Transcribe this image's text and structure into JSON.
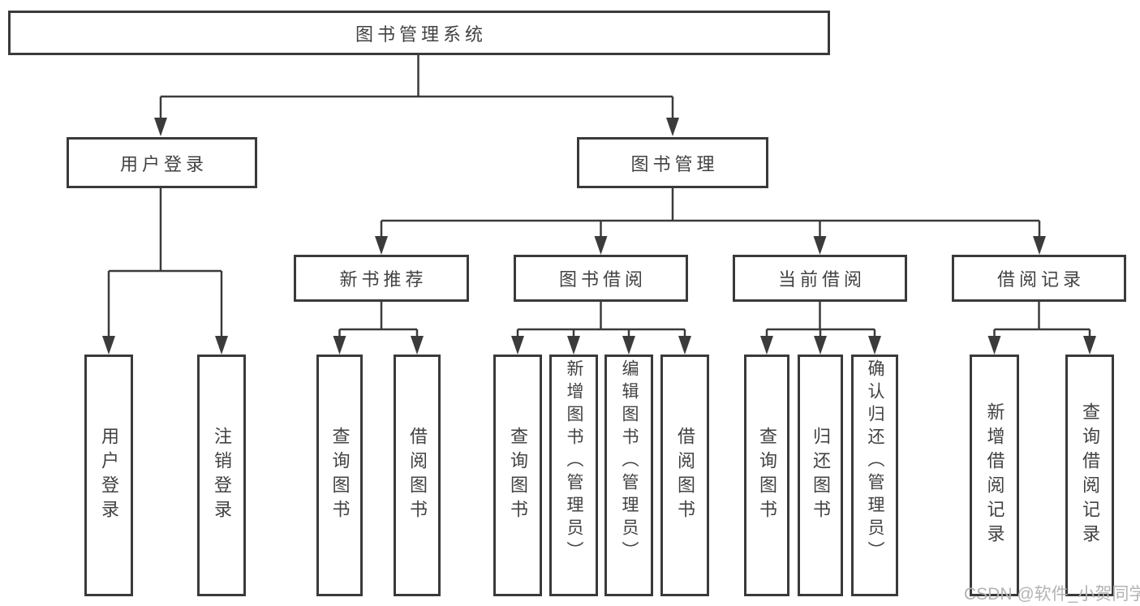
{
  "diagram": {
    "title": "图书管理系统",
    "colors": {
      "line": "#3b3b3b",
      "box_border": "#3a3a3a",
      "text": "#424242",
      "background": "#ffffff",
      "watermark": "#b3b3b3"
    },
    "nodes": {
      "root": {
        "label": "图书管理系统"
      },
      "login": {
        "label": "用户登录"
      },
      "book_mgmt": {
        "label": "图书管理"
      },
      "new_rec": {
        "label": "新书推荐"
      },
      "borrow": {
        "label": "图书借阅"
      },
      "current": {
        "label": "当前借阅"
      },
      "record": {
        "label": "借阅记录"
      },
      "leaf_login": {
        "label": "用户登录"
      },
      "leaf_logout": {
        "label": "注销登录"
      },
      "leaf_rec_query": {
        "label": "查询图书"
      },
      "leaf_rec_borrow": {
        "label": "借阅图书"
      },
      "leaf_bor_query": {
        "label": "查询图书"
      },
      "leaf_bor_add": {
        "label": "新增图书（管理员）"
      },
      "leaf_bor_edit": {
        "label": "编辑图书（管理员）"
      },
      "leaf_bor_borrow": {
        "label": "借阅图书"
      },
      "leaf_cur_query": {
        "label": "查询图书"
      },
      "leaf_cur_return": {
        "label": "归还图书"
      },
      "leaf_cur_confirm": {
        "label": "确认归还（管理员）"
      },
      "leaf_recd_add": {
        "label": "新增借阅记录"
      },
      "leaf_recd_query": {
        "label": "查询借阅记录"
      }
    },
    "hierarchy": {
      "图书管理系统": [
        "用户登录",
        "图书管理"
      ],
      "用户登录": [
        "用户登录",
        "注销登录"
      ],
      "图书管理": [
        "新书推荐",
        "图书借阅",
        "当前借阅",
        "借阅记录"
      ],
      "新书推荐": [
        "查询图书",
        "借阅图书"
      ],
      "图书借阅": [
        "查询图书",
        "新增图书（管理员）",
        "编辑图书（管理员）",
        "借阅图书"
      ],
      "当前借阅": [
        "查询图书",
        "归还图书",
        "确认归还（管理员）"
      ],
      "借阅记录": [
        "新增借阅记录",
        "查询借阅记录"
      ]
    },
    "watermark": "CSDN @软件_小贺同学"
  }
}
